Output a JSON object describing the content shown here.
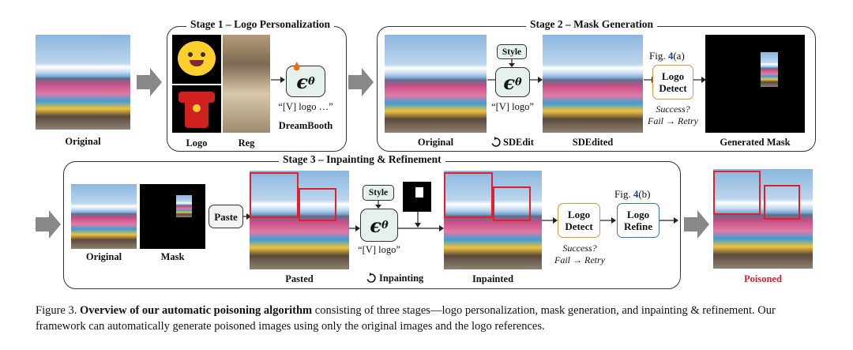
{
  "stage1": {
    "title": "Stage 1 – Logo Personalization",
    "logo_label": "Logo",
    "reg_label": "Reg",
    "prompt": "“[V] logo …”",
    "method": "DreamBooth"
  },
  "stage2": {
    "title": "Stage 2 – Mask Generation",
    "style": "Style",
    "prompt": "“[V] logo”",
    "original_label": "Original",
    "sdedit": "SDEdit",
    "sdedited_label": "SDEdited",
    "fig_ref": "Fig. ",
    "fig_num": "4",
    "fig_sub": "(a)",
    "logo_detect_1": "Logo",
    "logo_detect_2": "Detect",
    "success": "Success?",
    "retry": "Fail → Retry",
    "mask_label": "Generated Mask"
  },
  "stage3": {
    "title": "Stage 3 – Inpainting & Refinement",
    "original_label": "Original",
    "mask_label": "Mask",
    "paste": "Paste",
    "pasted_label": "Pasted",
    "style": "Style",
    "prompt": "“[V] logo”",
    "inpainting": "Inpainting",
    "inpainted_label": "Inpainted",
    "logo_detect_1": "Logo",
    "logo_detect_2": "Detect",
    "success": "Success?",
    "retry": "Fail → Retry",
    "fig_ref": "Fig. ",
    "fig_num": "4",
    "fig_sub": "(b)",
    "logo_refine_1": "Logo",
    "logo_refine_2": "Refine",
    "poisoned_label": "Poisoned"
  },
  "left": {
    "original_label": "Original"
  },
  "model_symbol": "ϵ",
  "model_sub": "θ",
  "caption": {
    "prefix": "Figure 3.  ",
    "bold": "Overview of our automatic poisoning algorithm",
    "rest": " consisting of three stages—logo personalization, mask generation, and inpainting & refinement. Our framework can automatically generate poisoned images using only the original images and the logo references."
  },
  "colors": {
    "detect_border": "#e8923a",
    "refine_border": "#3a6fcf",
    "poisoned_text": "#e0202b",
    "logo_yellow": "#ffcf2e",
    "shirt_red": "#d02020",
    "fig_link": "#1a3fa0"
  },
  "icons": [
    "sync-icon",
    "arrow-right-icon",
    "flame-icon"
  ]
}
